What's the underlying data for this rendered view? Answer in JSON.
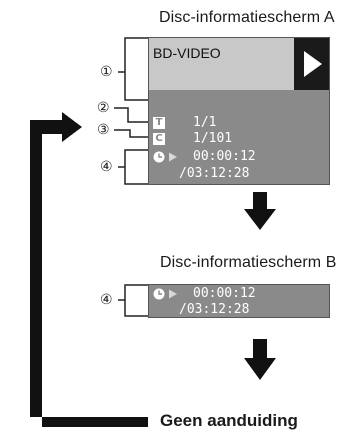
{
  "screen_a": {
    "heading": "Disc-informatiescherm A",
    "disc_type": "BD-VIDEO",
    "title_value": "1/1",
    "chapter_value": "1/101",
    "elapsed_time": "00:00:12",
    "total_time": "/03:12:28",
    "title_badge": "T",
    "chapter_badge": "C"
  },
  "screen_b": {
    "heading": "Disc-informatiescherm B",
    "elapsed_time": "00:00:12",
    "total_time": "/03:12:28"
  },
  "callouts": [
    "①",
    "②",
    "③",
    "④"
  ],
  "callout_b": "④",
  "footer": "Geen aanduiding"
}
